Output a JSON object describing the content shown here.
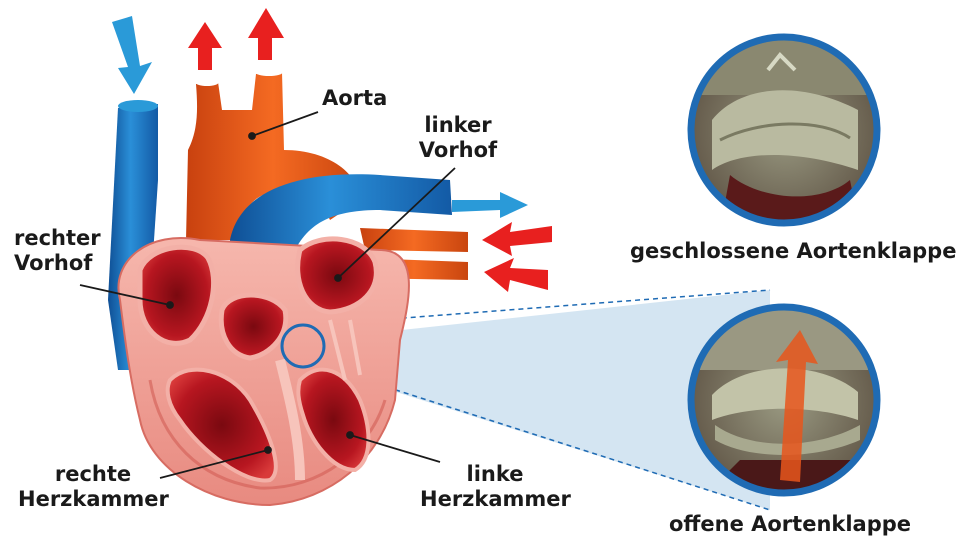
{
  "labels": {
    "aorta": "Aorta",
    "left_atrium": [
      "linker",
      "Vorhof"
    ],
    "right_atrium": [
      "rechter",
      "Vorhof"
    ],
    "right_ventricle": [
      "rechte",
      "Herzkammer"
    ],
    "left_ventricle": [
      "linke",
      "Herzkammer"
    ],
    "valve_closed": "geschlossene Aortenklappe",
    "valve_open": "offene Aortenklappe"
  },
  "colors": {
    "venous_blue": "#1e74c4",
    "arterial_orange": "#e8561c",
    "arrow_red": "#e8201f",
    "arrow_blue": "#2a9ad8",
    "chamber_red": "#c8141e",
    "muscle_pink": "#f0a39a",
    "magnifier_ring": "#1f6bb4",
    "zoom_cone": "#cfe2f1"
  }
}
